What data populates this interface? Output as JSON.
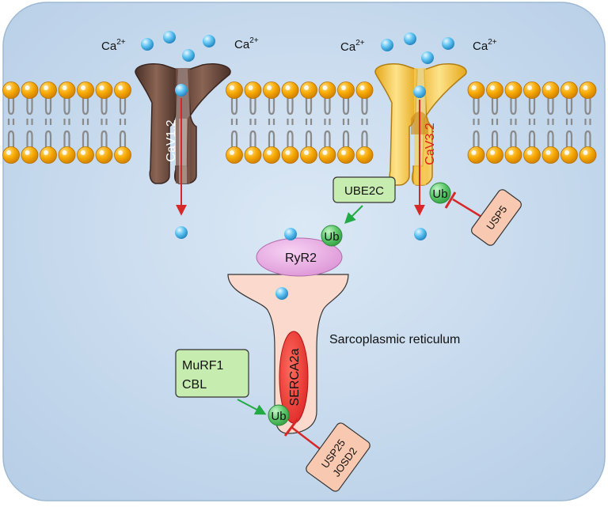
{
  "ions": {
    "ca_left_1": "Ca",
    "ca_left_2": "Ca",
    "ca_right_1": "Ca",
    "ca_right_2": "Ca",
    "charge": "2+"
  },
  "channels": {
    "cav12": "CaV1.2",
    "cav32": "CaV3.2"
  },
  "proteins": {
    "ryr2": "RyR2",
    "serca2a": "SERCA2a",
    "ube2c": "UBE2C",
    "murf1": "MuRF1",
    "cbl": "CBL",
    "usp5": "USP5",
    "usp25": "USP25",
    "josd2": "JOSD2",
    "ub": "Ub"
  },
  "organelle": {
    "sr_label": "Sarcoplasmic reticulum"
  },
  "colors": {
    "background": "#c5d9ee",
    "lipid_head": "#f4a300",
    "cav12_body": "#6b4a3c",
    "cav32_body": "#f3c53a",
    "ryr2_fill": "#e8a6e3",
    "sr_fill": "#fbd9cc",
    "serca2a_fill": "#e53935",
    "enzyme_box": "#c7ecb0",
    "dub_box": "#f8c9b0",
    "ub_fill": "#5cc86a",
    "activate_arrow": "#22aa44",
    "inhibit_line": "#d62828",
    "flux_arrow": "#d62828"
  }
}
